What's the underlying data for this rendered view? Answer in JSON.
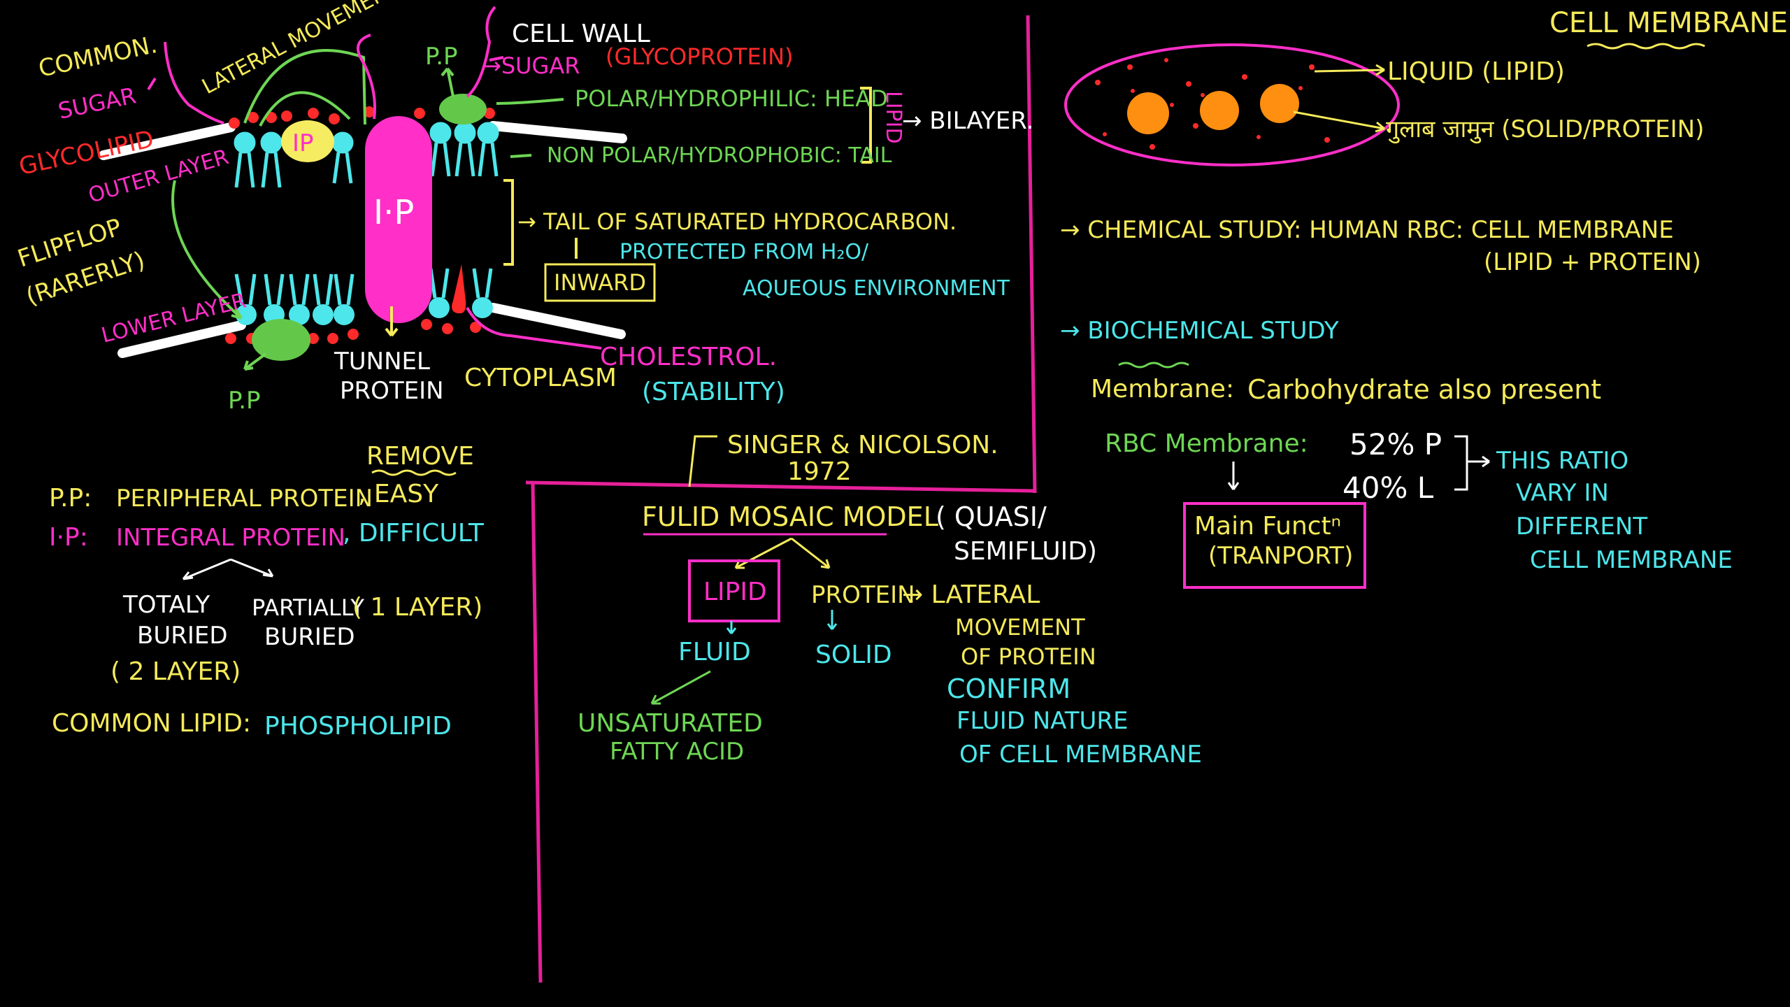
{
  "colors": {
    "background": "#000000",
    "pink": "#ff2fc8",
    "yellow": "#f5ea5a",
    "cyan": "#4de6ea",
    "green": "#6ed654",
    "red": "#ff2a2a",
    "orange": "#ff8f10",
    "white": "#ffffff",
    "divider": "#e6209a"
  },
  "top_left_diagram": {
    "common": "COMMON.",
    "sugar": "SUGAR",
    "glycolipid": "GLYCOLIPID",
    "lateral_movement": "LATERAL MOVEMENT",
    "pp_top": "P.P",
    "cell_wall": "CELL WALL",
    "sugar_glycoprotein": "→SUGAR",
    "glycoprotein": "(GLYCOPROTEIN)",
    "polar_head": "POLAR/HYDROPHILIC: HEAD",
    "nonpolar_tail": "NON POLAR/HYDROPHOBIC: TAIL",
    "lipid_side": "LIPID",
    "bilayer": "→ BILAYER.",
    "ip_small": "IP",
    "ip_big": "I·P",
    "outer_layer": "OUTER LAYER",
    "flipflop": "FLIPFLOP",
    "rarerly": "(RARERLY)",
    "lower_layer": "LOWER LAYER",
    "tail_saturated": "→ TAIL OF SATURATED HYDROCARBON.",
    "protected_from": "PROTECTED FROM H₂O/",
    "inward": "INWARD",
    "aqueous": "AQUEOUS ENVIRONMENT",
    "tunnel": "TUNNEL",
    "protein": "PROTEIN",
    "cytoplasm": "CYTOPLASM",
    "cholestrol": "CHOLESTROL.",
    "stability": "(STABILITY)",
    "pp_bottom": "P.P"
  },
  "bottom_left": {
    "remove": "REMOVE",
    "pp_label": "P.P:",
    "pp_text": "PERIPHERAL PROTEIN",
    "easy": ", EASY",
    "ip_label": "I·P:",
    "ip_text": "INTEGRAL PROTEIN",
    "difficult": ", DIFFICULT",
    "totaly": "TOTALY",
    "buried1": "BURIED",
    "two_layer": "( 2 LAYER)",
    "partially": "PARTIALLY",
    "buried2": "BURIED",
    "one_layer": "( 1 LAYER)",
    "common_lipid": "COMMON LIPID:",
    "phospholipid": "PHOSPHOLIPID"
  },
  "middle": {
    "singer": "SINGER & NICOLSON.",
    "year": "1972",
    "model": "FULID MOSAIC MODEL",
    "quasi": "( QUASI/",
    "semifluid": "SEMIFLUID)",
    "lipid": "LIPID",
    "protein": "PROTEIN",
    "fluid": "FLUID",
    "solid": "SOLID",
    "lateral": "→ LATERAL",
    "movement": "MOVEMENT",
    "of_protein": "OF PROTEIN",
    "confirm": "CONFIRM",
    "fluid_nature": "FLUID NATURE",
    "of_cell_membrane": "OF CELL MEMBRANE",
    "unsaturated": "UNSATURATED",
    "fatty_acid": "FATTY ACID"
  },
  "right": {
    "title": "CELL MEMBRANE",
    "liquid": "LIQUID (LIPID)",
    "gulab": "गुलाब जामुन (SOLID/PROTEIN)",
    "chemical": "→ CHEMICAL STUDY:  HUMAN RBC: CELL MEMBRANE",
    "lipid_protein": "(LIPID + PROTEIN)",
    "biochemical": "→ BIOCHEMICAL STUDY",
    "membrane": "Membrane:",
    "carbohydrate": "Carbohydrate also present",
    "rbc_membrane": "RBC Membrane:",
    "p52": "52% P",
    "l40": "40% L",
    "this_ratio": "THIS RATIO",
    "vary_in": "VARY IN",
    "different": "DIFFERENT",
    "cell_membrane2": "CELL MEMBRANE",
    "main_funct": "Main Functⁿ",
    "tranport": "(TRANPORT)"
  }
}
